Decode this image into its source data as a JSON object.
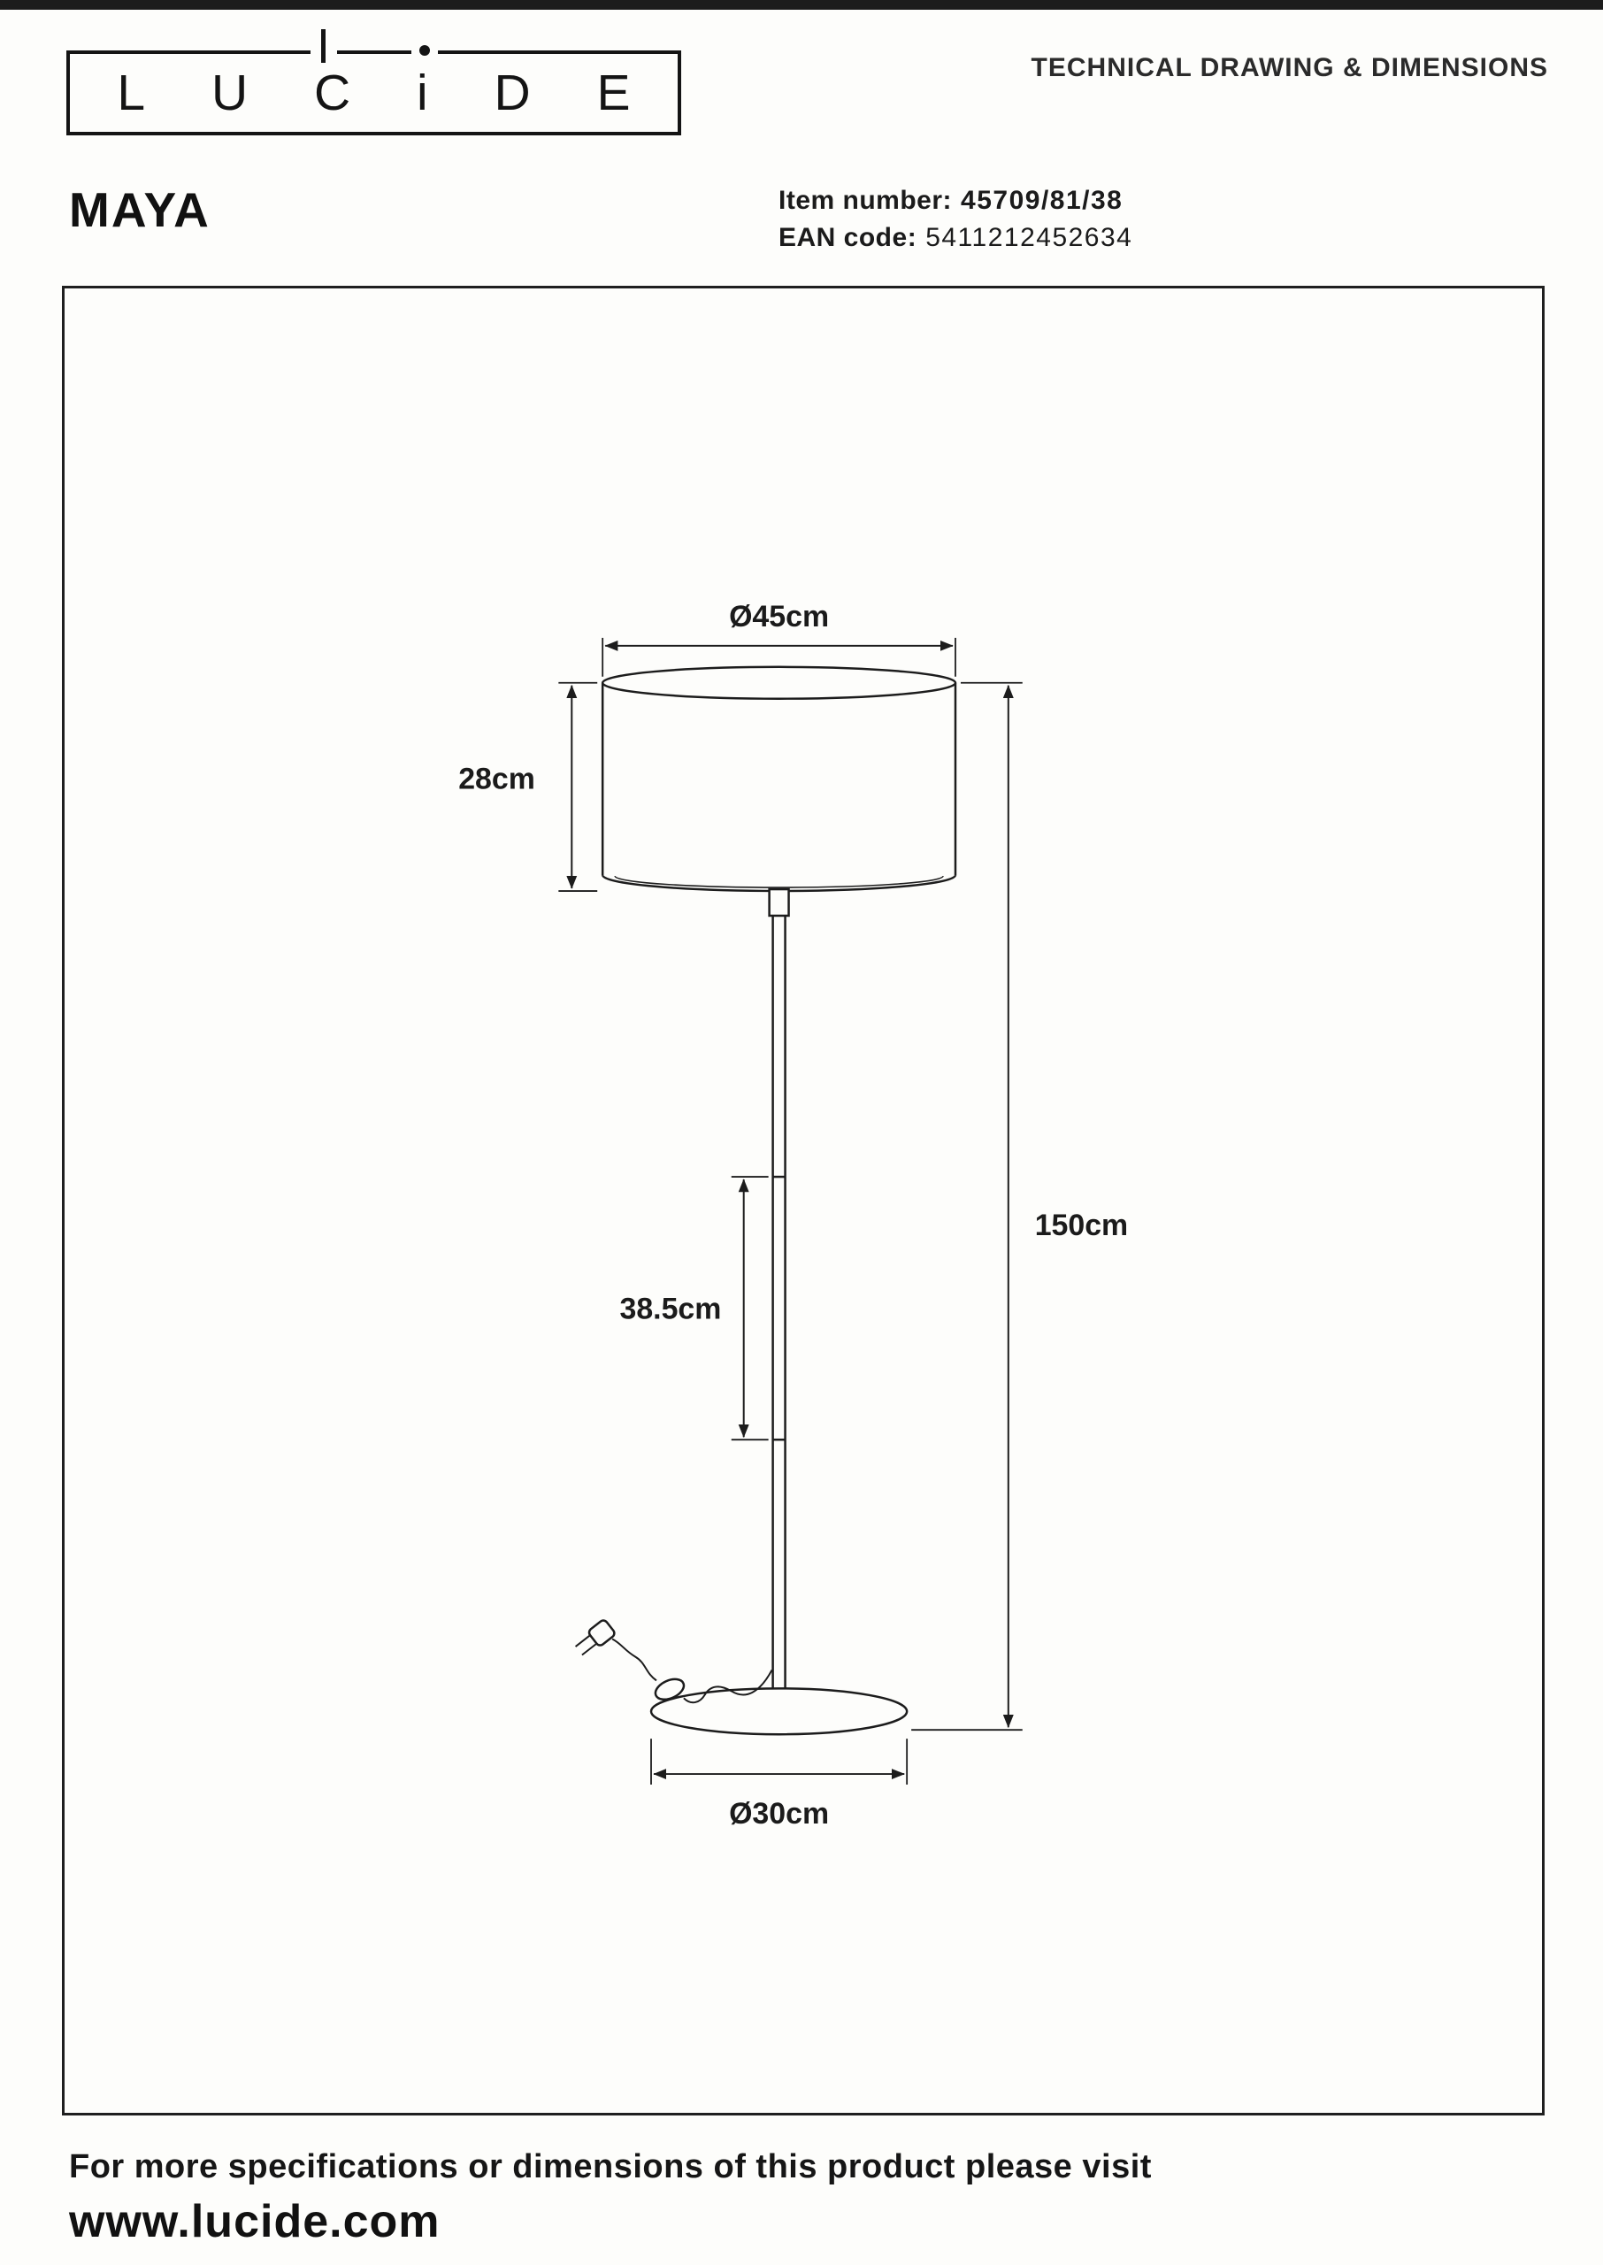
{
  "header": {
    "logo_letters": [
      "L",
      "U",
      "C",
      "i",
      "D",
      "E"
    ],
    "title": "TECHNICAL DRAWING & DIMENSIONS"
  },
  "product": {
    "name": "MAYA",
    "item_number_label": "Item number:",
    "item_number_value": "45709/81/38",
    "ean_label": "EAN code:",
    "ean_value": "5411212452634"
  },
  "drawing": {
    "dimensions": {
      "shade_diameter": "Ø45cm",
      "shade_height": "28cm",
      "pole_segment_length": "38.5cm",
      "total_height": "150cm",
      "base_diameter": "Ø30cm"
    }
  },
  "footer": {
    "line1": "For more specifications or dimensions of this product please visit",
    "line2": "www.lucide.com"
  },
  "colors": {
    "ink": "#1b1b1b",
    "paper": "#fdfdfb"
  }
}
